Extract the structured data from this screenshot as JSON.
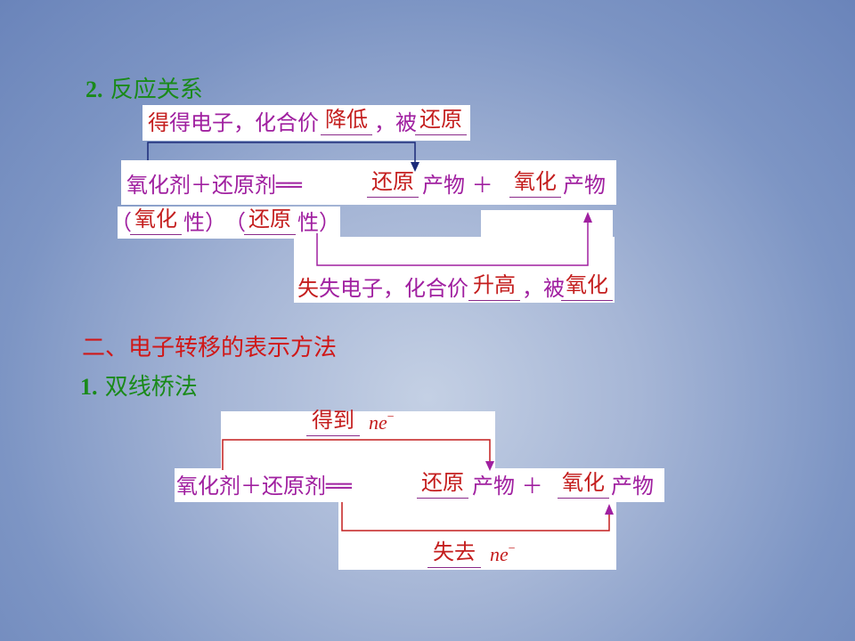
{
  "section1": {
    "number": "2",
    "title": "反应关系",
    "top_label": {
      "part1": "得电子，化合价",
      "blank": "降低",
      "part2": "，被",
      "result": "还原"
    },
    "equation": {
      "reactants": "氧化剂＋还原剂══",
      "product1_blank": "还原",
      "product1_tail": "产物 ＋",
      "product2_blank": "氧化",
      "product2_tail": "产物"
    },
    "properties": {
      "left_open": "（",
      "left_blank": "氧化",
      "left_tail": "性）",
      "right_open": "（",
      "right_blank": "还原",
      "right_tail": "性）"
    },
    "bottom_label": {
      "part1": "失电子，化合价",
      "blank": "升高",
      "part2": "，被",
      "result": "氧化"
    }
  },
  "section2": {
    "title": "二、电子转移的表示方法",
    "method_number": "1",
    "method_title": "双线桥法",
    "gain_label": "得到",
    "electron_symbol": "ne",
    "electron_charge": "−",
    "equation": {
      "reactants": "氧化剂＋还原剂══",
      "product1_blank": "还原",
      "product1_tail": "产物 ＋",
      "product2_blank": "氧化",
      "product2_tail": "产物"
    },
    "lose_label": "失去"
  },
  "colors": {
    "heading": "#1a8a1a",
    "section_title": "#d01818",
    "text": "#a020a0",
    "answer": "#c41e1e",
    "arrow_top": "#1b2a78",
    "arrow_bottom": "#a020a0",
    "bridge": "#c41e1e"
  }
}
